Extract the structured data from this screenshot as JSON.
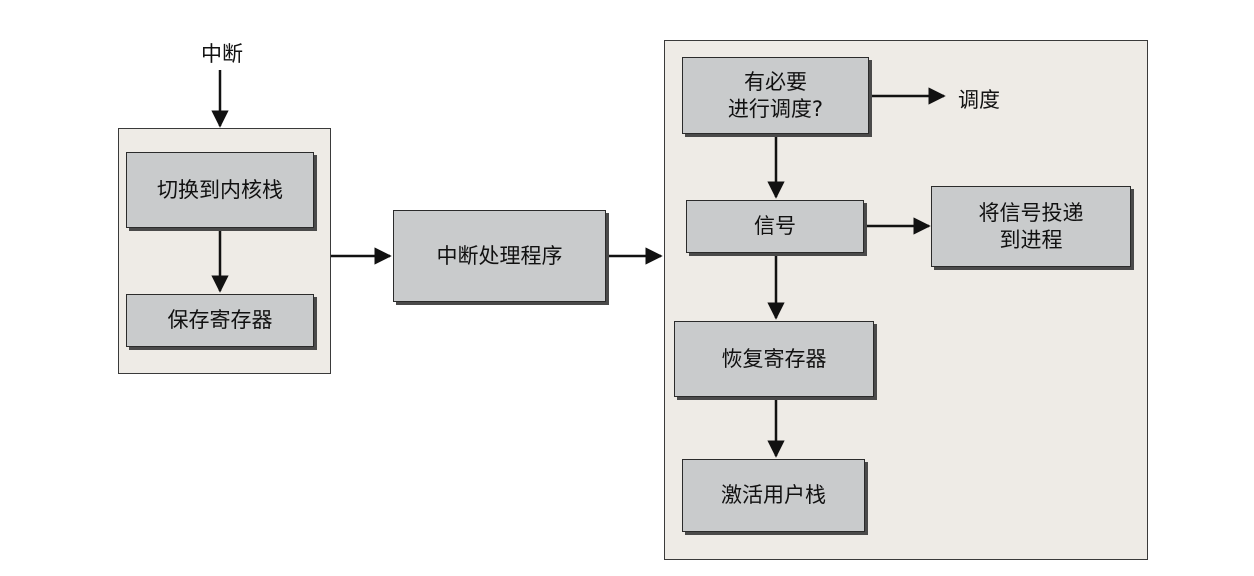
{
  "diagram": {
    "nodes": {
      "interrupt_label": "中断",
      "switch_kernel_stack": "切换到内核栈",
      "save_registers": "保存寄存器",
      "interrupt_handler": "中断处理程序",
      "need_schedule_line1": "有必要",
      "need_schedule_line2": "进行调度?",
      "schedule_label": "调度",
      "signal": "信号",
      "deliver_signal_line1": "将信号投递",
      "deliver_signal_line2": "到进程",
      "restore_registers": "恢复寄存器",
      "activate_user_stack": "激活用户栈"
    },
    "edges": [
      {
        "from": "interrupt_label",
        "to": "switch_kernel_stack"
      },
      {
        "from": "switch_kernel_stack",
        "to": "save_registers"
      },
      {
        "from": "entry_panel",
        "to": "interrupt_handler"
      },
      {
        "from": "interrupt_handler",
        "to": "exit_panel"
      },
      {
        "from": "need_schedule",
        "to": "schedule_label"
      },
      {
        "from": "need_schedule",
        "to": "signal"
      },
      {
        "from": "signal",
        "to": "deliver_signal"
      },
      {
        "from": "signal",
        "to": "restore_registers"
      },
      {
        "from": "restore_registers",
        "to": "activate_user_stack"
      }
    ],
    "colors": {
      "panel_fill": "#eeebe6",
      "box_fill": "#c9cbcc",
      "stroke": "#111111"
    }
  }
}
